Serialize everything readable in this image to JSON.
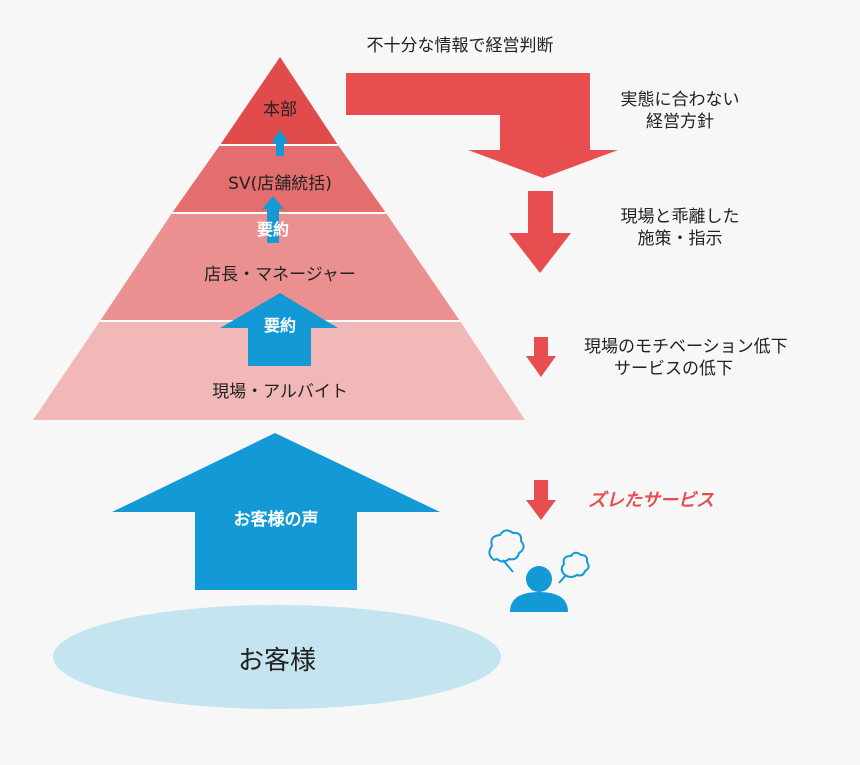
{
  "pyramid": {
    "tiers": [
      {
        "label": "本部",
        "color": "#e04b4b"
      },
      {
        "label": "SV(店舗統括)",
        "color": "#e46e6e"
      },
      {
        "label": "店長・マネージャー",
        "color": "#ea9090"
      },
      {
        "label": "現場・アルバイト",
        "color": "#f2b8b8"
      }
    ],
    "summary_label": "要約"
  },
  "top_note": "不十分な情報で経営判断",
  "right_notes": [
    {
      "lines": [
        "実態に合わない",
        "経営方針"
      ]
    },
    {
      "lines": [
        "現場と乖離した",
        "施策・指示"
      ]
    },
    {
      "lines": [
        "現場のモチベーション低下",
        "サービスの低下"
      ]
    }
  ],
  "result_label": "ズレたサービス",
  "customer_voice_label": "お客様の声",
  "customer_label": "お客様",
  "colors": {
    "red_arrow": "#e84e50",
    "blue": "#139ad6",
    "customer_ellipse": "#c4e4f0",
    "result_text": "#e84e50"
  },
  "icons": [
    "person-icon",
    "speech-bubble-icon"
  ]
}
